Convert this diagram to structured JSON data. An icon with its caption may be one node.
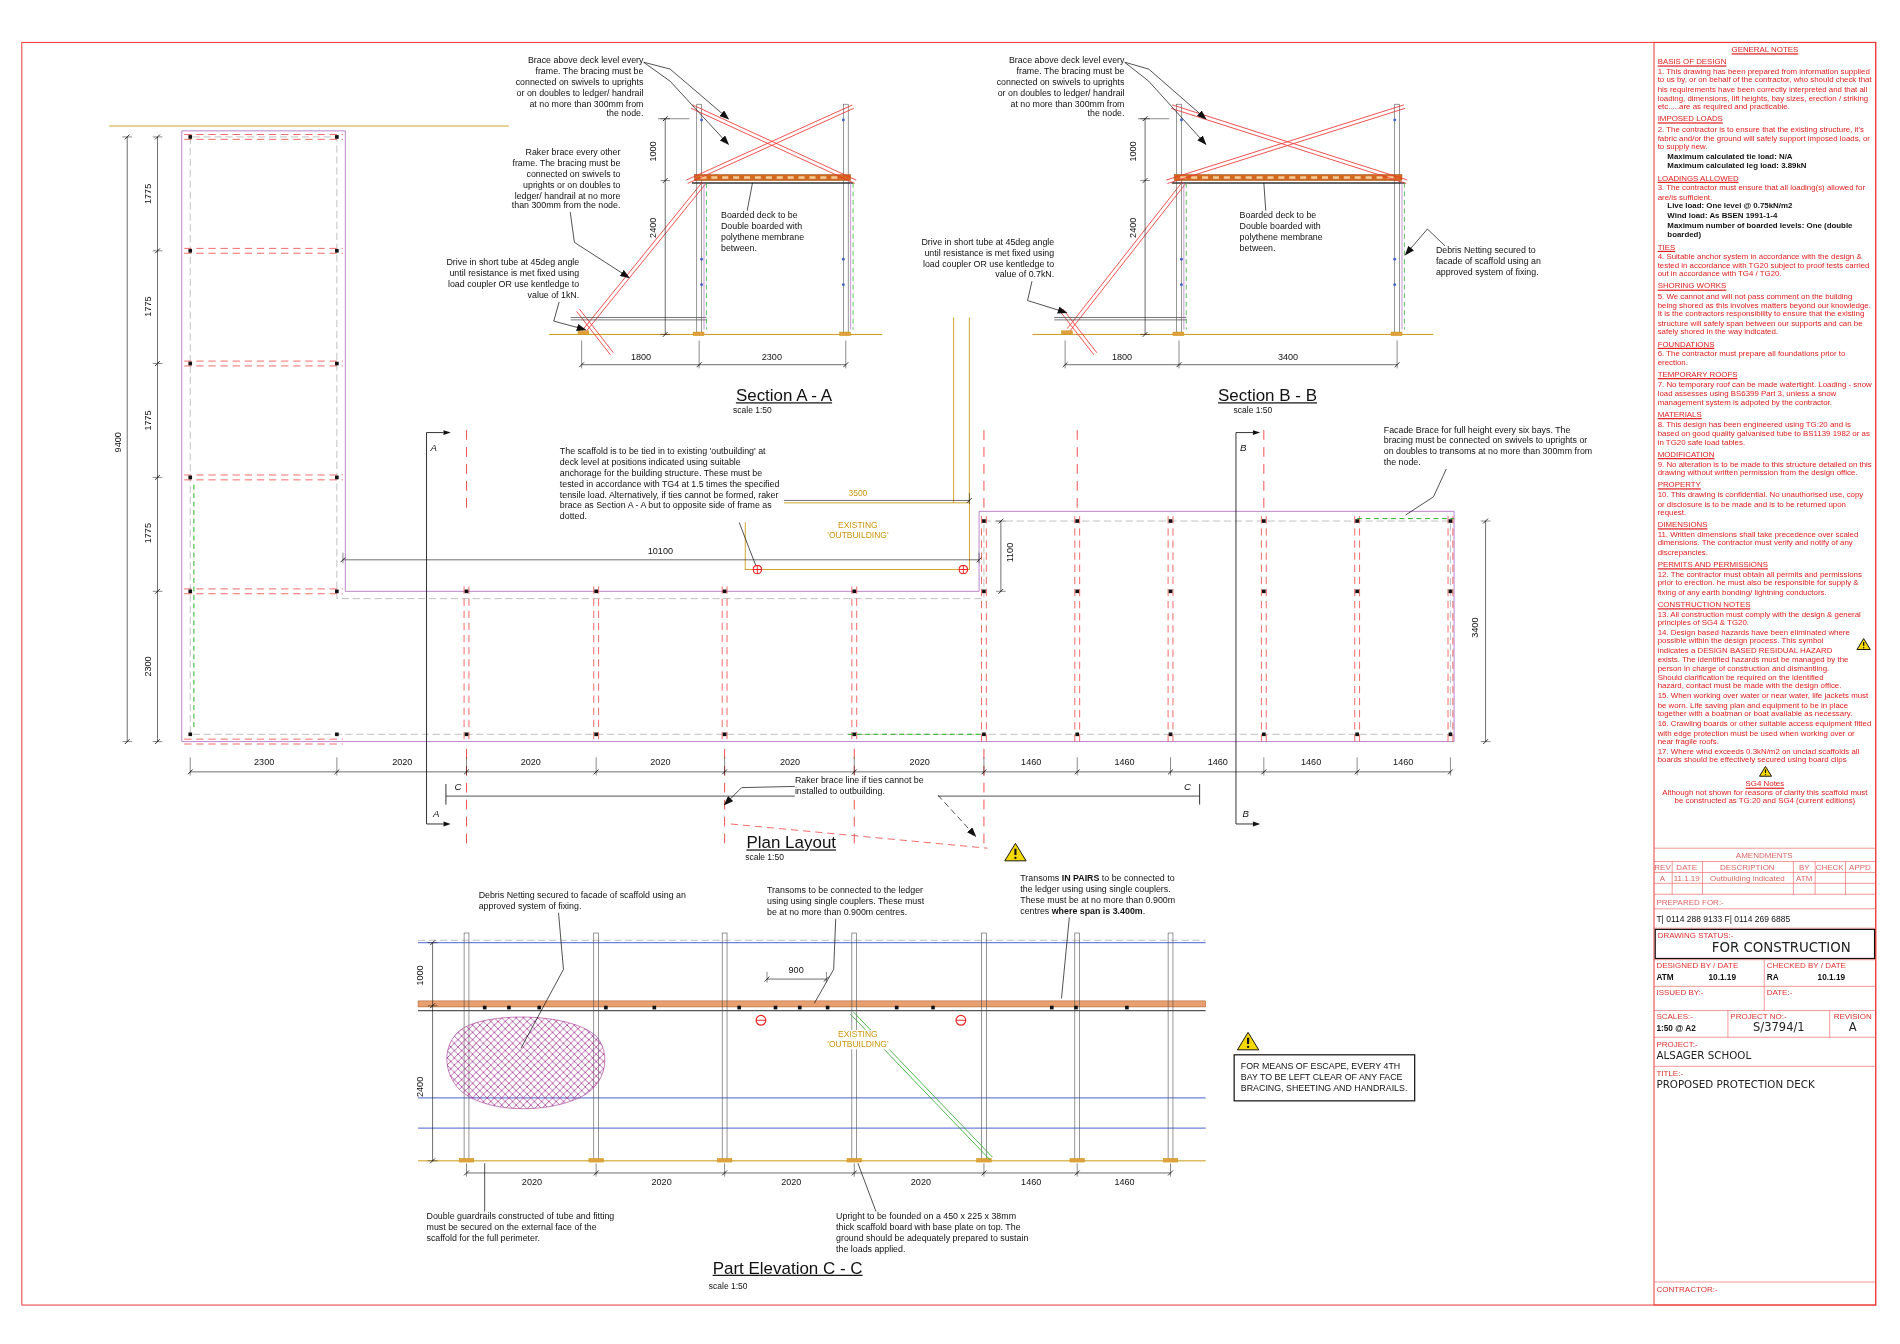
{
  "diagram": {
    "nodes": [
      {
        "text": [
          "Brace above deck level every frame. The bracing must be connected on swivels to uprights or on doubles to ledger/ handrail at no more than 300mm from the node."
        ]
      },
      {
        "text": [
          "Raker brace every other frame. The bracing must be connected on swivels to uprights or on doubles to ledger/ handrail at no more than 300mm from the node."
        ]
      },
      {
        "text": [
          "Drive in short tube at 45deg angle until resistance is met fixed using load coupler OR use kentledge to value of 1kN."
        ]
      },
      {
        "text": [
          "Boarded deck to be Double boarded with polythene membrane between."
        ]
      },
      {
        "text": [
          "Brace above deck level every frame. The bracing must be connected on swivels to uprights or on doubles to ledger/ handrail at no more than 300mm from the node."
        ]
      },
      {
        "text": [
          "Drive in short tube at 45deg angle until resistance is met fixed using load coupler OR use kentledge to value of 0.7kN."
        ]
      },
      {
        "text": [
          "Boarded deck to be Double boarded with polythene membrane between."
        ]
      },
      {
        "text": [
          "Debris Netting secured to facade of scaffold using an approved system of fixing."
        ]
      },
      {
        "text": [
          "The scaffold is to be tied in to existing 'outbuilding' at deck level at positions indicated using suitable anchorage for the building structure. These must be tested in accordance with TG4 at 1.5 times the specified tensile load. Alternatively, if ties cannot be formed, raker brace as Section A - A but to opposite side of frame as dotted."
        ]
      },
      {
        "text": [
          "Facade Brace for full height every six bays. The bracing must be connected on swivels to uprights or on doubles to transoms at no more than 300mm from the node."
        ]
      },
      {
        "text": [
          "Raker brace line if ties cannot be installed to outbuilding."
        ]
      },
      {
        "text": [
          "Debris Netting secured to facade of scaffold using an approved system of fixing."
        ]
      },
      {
        "text": [
          "Transoms to be connected to the ledger using using single couplers. These must be at no more than 0.900m centres."
        ]
      },
      {
        "text": [
          "Transoms **IN PAIRS** to be connected to the ledger using using single couplers. These must be at no more than 0.900m centres **where span is 3.400m**."
        ]
      },
      {
        "text": [
          "FOR MEANS OF ESCAPE, EVERY 4TH BAY TO BE LEFT CLEAR OF ANY FACE BRACING, SHEETING AND HANDRAILS."
        ]
      },
      {
        "text": [
          "Double guardrails constructed of tube and fitting must be secured on the external face of the scaffold for the full perimeter."
        ]
      },
      {
        "text": [
          "Upright to be founded on a 450 x 225 x 38mm thick scaffold board with base plate on top. The ground should be adequately prepared to sustain the loads applied."
        ]
      },
      {
        "text": [],
        "shape": "circle"
      },
      {
        "text": [],
        "shape": "circle"
      }
    ],
    "edges": [
      {
        "from": 0,
        "to": null,
        "arrow": "to"
      },
      {
        "from": 0,
        "to": null,
        "arrow": "to"
      },
      {
        "from": 1,
        "to": null,
        "arrow": "to"
      },
      {
        "from": 2,
        "to": null,
        "arrow": "to"
      },
      {
        "from": 3,
        "to": null,
        "arrow": "none"
      },
      {
        "from": 4,
        "to": null,
        "arrow": "to"
      },
      {
        "from": 4,
        "to": null,
        "arrow": "to"
      },
      {
        "from": 5,
        "to": null,
        "arrow": "to"
      },
      {
        "from": 6,
        "to": null,
        "arrow": "none"
      },
      {
        "from": 7,
        "to": null,
        "arrow": "to"
      },
      {
        "from": 8,
        "to": 17,
        "arrow": "none"
      },
      {
        "from": 9,
        "to": null,
        "arrow": "none"
      },
      {
        "from": 10,
        "to": null,
        "arrow": "to"
      },
      {
        "from": 10,
        "to": null,
        "arrow": "to",
        "style": "dashed"
      },
      {
        "from": 11,
        "to": null,
        "arrow": "none"
      },
      {
        "from": 12,
        "to": null,
        "arrow": "none"
      },
      {
        "from": 13,
        "to": null,
        "arrow": "none"
      },
      {
        "from": 15,
        "to": null,
        "arrow": "none"
      },
      {
        "from": 16,
        "to": null,
        "arrow": "none"
      }
    ],
    "labels": [
      "1000",
      "2400",
      "1800",
      "2300",
      "Section A - A",
      "scale 1:50",
      "1000",
      "2400",
      "1800",
      "3400",
      "Section B - B",
      "scale 1:50",
      "A",
      "B",
      "1775",
      "1775",
      "1775",
      "1775",
      "2300",
      "9400",
      "3500",
      "EXISTING 'OUTBUILDING'",
      "10100",
      "1100",
      "3400",
      "2300",
      "2020",
      "2020",
      "2020",
      "2020",
      "2020",
      "1460",
      "1460",
      "1460",
      "1460",
      "1460",
      "A",
      "C",
      "C",
      "B",
      "Plan Layout",
      "scale 1:50",
      "900",
      "1000",
      "2400",
      "EXISTING 'OUTBUILDING'",
      "2020",
      "2020",
      "2020",
      "2020",
      "1460",
      "1460",
      "Part Elevation C - C",
      "scale 1:50",
      "GENERAL NOTES",
      "BASIS OF DESIGN",
      "1. This drawing has been prepared from information supplied to us by, or on behalf of the contractor, who should check that his requirements have been correctly interpreted and that all loading, dimensions, lift heights, bay sizes, erection / striking etc.....are as required and practicable.",
      "IMPOSED LOADS",
      "2. The contractor is to ensure that the existing structure, it's fabric and/or the ground will safely support imposed loads, or to supply new.",
      "Maximum calculated tie load: N/A",
      "Maximum calculated leg load: 3.89kN",
      "LOADINGS ALLOWED",
      "3. The contractor must ensure that all loading(s) allowed for are/is sufficient.",
      "Live load: One level @ 0.75kN/m2",
      "Wind load: As BSEN 1991-1-4",
      "Maximum number of boarded levels: One (double boarded)",
      "TIES",
      "4. Suitable anchor system in accordance with the design & tested in accordance with TG20 subject to proof tests carried out in accordance with TG4 / TG20.",
      "SHORING WORKS",
      "5. We cannot and will not pass comment on the building being shored as this involves matters beyond our knowledge. It is the contractors responsibility to ensure that the existing structure will safely span between our supports and can be safely shored in the way indicated.",
      "FOUNDATIONS",
      "6. The contractor must prepare all foundations prior to erection.",
      "TEMPORARY ROOFS",
      "7. No temporary roof can be made watertight. Loading - snow load assesses using BS6399 Part 3, unless a snow management system is adpoted by the contractor.",
      "MATERIALS",
      "8. This design has been engineered using TG:20 and is based on good quality galvanised tube to BS1139 1982 or as in TG20 safe load tables.",
      "MODIFICATION",
      "9. No alteration is to be made to this structure detailed on this drawing without written permission from the design office.",
      "PROPERTY",
      "10. This drawing is confidential. No unauthorised use, copy or disclosure is to be made and is to be returned upon request.",
      "DIMENSIONS",
      "11. Written dimensions shall take precedence over scaled dimensions. The contractor must verify and notify of any discrepancies.",
      "PERMITS AND PERMISSIONS",
      "12. The contractor must obtain all permits and permissions prior to erection. he must also be responsible for supply & fixing of any earth bonding/ lightning conductors.",
      "CONSTRUCTION NOTES",
      "13. All construction must comply with the design & general principles of SG4 & TG20.",
      "14. Design based hazards have been eliminated where possible within the design process. This symbol indicates a DESIGN BASED RESIDUAL HAZARD exists. The identified hazards must be managed by the person in charge of construction and dismantling. Should clarification be required on the identified hazard, contact must be made with the design office.",
      "15. When working over water or near water, life jackets must be worn. Life saving plan and equipment to be in place together with a boatman or boat available as necessary.",
      "16. Crawling boards or other suitable access equipment fitted with edge protection must be used when working over or near fragile roofs.",
      "17. Where wind exceeds 0.3kN/m2 on unclad scaffolds all boards should be effectively secured using board clips",
      "SG4 Notes",
      "Although not shown for reasons of clarity this scaffold must be constructed as TG:20 and SG4 (current editions)",
      "AMENDMENTS",
      "REV",
      "DATE",
      "DESCRIPTION",
      "BY",
      "CHECK",
      "APPD",
      "A",
      "11.1.19",
      "Outbuilding indicated",
      "ATM",
      "PREPARED FOR:-",
      "T| 0114 288 9133 F| 0114 269 6885",
      "DRAWING STATUS:-",
      "FOR CONSTRUCTION",
      "DESIGNED BY / DATE",
      "ATM",
      "10.1.19",
      "CHECKED BY / DATE",
      "RA",
      "10.1.19",
      "PROJECT NO:-",
      "S/3794/1",
      "REVISION",
      "A",
      "ISSUED BY:-",
      "DATE:-",
      "SCALES:-",
      "1:50 @ A2",
      "PROJECT:-",
      "ALSAGER SCHOOL",
      "TITLE:-",
      "PROPOSED PROTECTION DECK",
      "CONTRACTOR:-"
    ]
  }
}
